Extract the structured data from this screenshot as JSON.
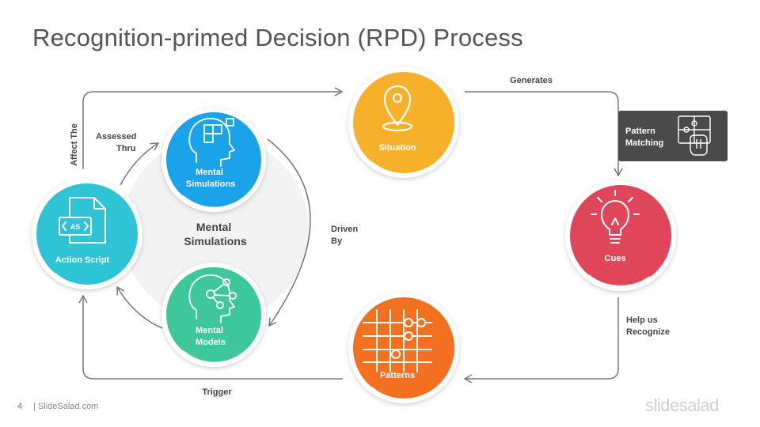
{
  "title": "Recognition-primed Decision (RPD) Process",
  "center_label": [
    "Mental",
    "Simulations"
  ],
  "nodes": {
    "situation": {
      "label": [
        "Situation"
      ],
      "color": "#F7B02A",
      "icon": "location-pin-icon"
    },
    "cues": {
      "label": [
        "Cues"
      ],
      "color": "#E0465A",
      "icon": "lightbulb-icon"
    },
    "patterns": {
      "label": [
        "Patterns"
      ],
      "color": "#F37021",
      "icon": "grid-pattern-icon"
    },
    "action_script": {
      "label": [
        "Action Script"
      ],
      "color": "#2EC4D6",
      "icon": "as-file-icon"
    },
    "mental_simulations": {
      "label": [
        "Mental",
        "Simulations"
      ],
      "color": "#1AA3E8",
      "icon": "head-puzzle-icon"
    },
    "mental_models": {
      "label": [
        "Mental",
        "Models"
      ],
      "color": "#3DC79A",
      "icon": "head-network-icon"
    }
  },
  "edges": {
    "generates": [
      "Generates"
    ],
    "help_us_recognize": [
      "Help us",
      "Recognize"
    ],
    "trigger": [
      "Trigger"
    ],
    "affect_the": [
      "Affect The"
    ],
    "assessed_thru": [
      "Assessed",
      "Thru"
    ],
    "driven_by": [
      "Driven",
      "By"
    ]
  },
  "pattern_matching": {
    "label": [
      "Pattern",
      "Matching"
    ],
    "color": "#4a4a4a",
    "icon": "puzzle-hand-icon"
  },
  "footer": {
    "page_number": "4",
    "site": "| SlideSalad.com",
    "brand": "slidesalad"
  }
}
